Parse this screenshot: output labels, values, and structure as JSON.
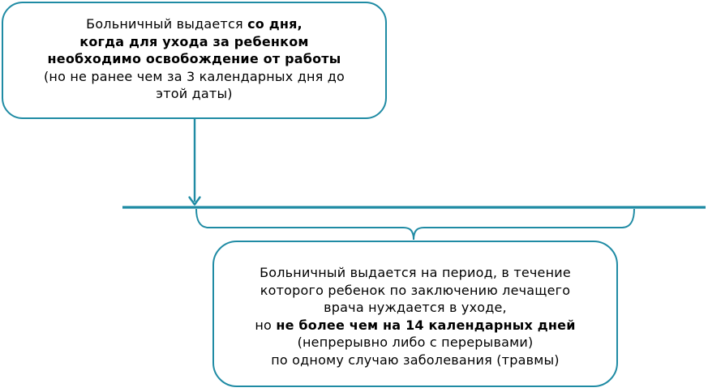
{
  "colors": {
    "accent": "#1f8ba4",
    "text": "#000000",
    "background": "#ffffff"
  },
  "box1": {
    "lines": [
      {
        "pre": "Больничный выдается ",
        "bold": "со дня,"
      },
      {
        "bold": "когда для ухода за ребенком"
      },
      {
        "bold": "необходимо освобождение от работы"
      },
      {
        "text": "(но не ранее чем за 3 календарных дня до"
      },
      {
        "text": "этой даты)"
      }
    ]
  },
  "box2": {
    "lines": [
      {
        "text": "Больничный выдается на период, в течение"
      },
      {
        "text": "которого ребенок по заключению лечащего"
      },
      {
        "text": "врача нуждается в уходе,"
      },
      {
        "pre": "но ",
        "bold": "не более чем на 14 календарных дней"
      },
      {
        "text": "(непрерывно либо с перерывами)"
      },
      {
        "text": "по одному случаю заболевания (травмы)"
      }
    ]
  },
  "icons": {
    "arrow": "down-arrow-icon",
    "brace": "curly-brace-icon",
    "timeline": "timeline-line"
  }
}
